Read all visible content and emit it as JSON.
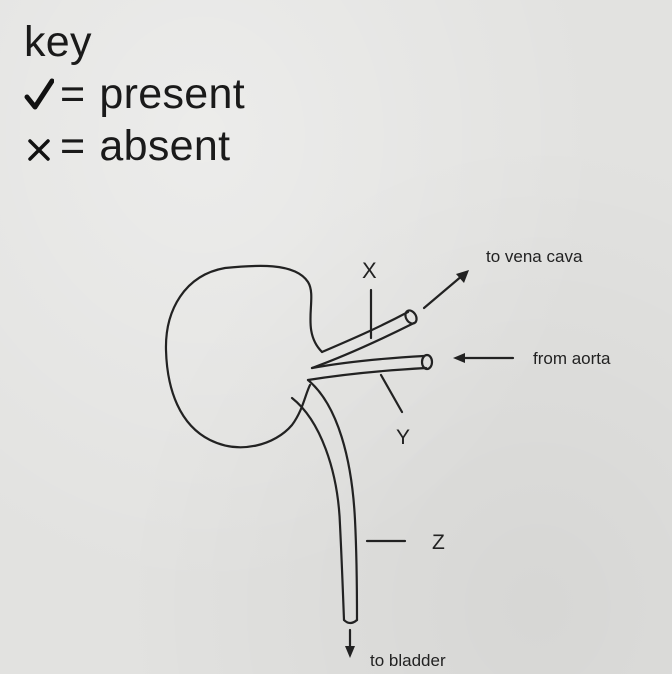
{
  "key": {
    "title": "key",
    "present_symbol": "✓",
    "present_label": "present",
    "absent_symbol": "×",
    "absent_label": "absent",
    "equals": "="
  },
  "diagram": {
    "labels": {
      "x": "X",
      "y": "Y",
      "z": "Z",
      "vena_cava": "to vena cava",
      "aorta": "from aorta",
      "bladder": "to bladder"
    }
  }
}
